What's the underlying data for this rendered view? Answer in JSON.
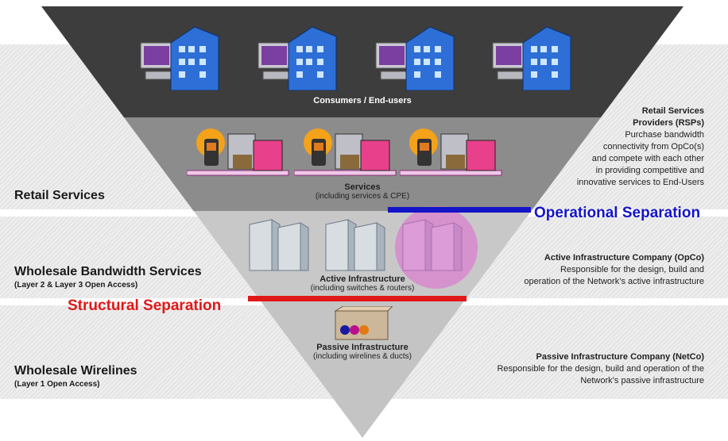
{
  "layers": {
    "consumers": {
      "title": "Consumers / End-users"
    },
    "services": {
      "title": "Services",
      "subtitle": "(including services & CPE)"
    },
    "active": {
      "title": "Active Infrastructure",
      "subtitle": "(including switches & routers)"
    },
    "passive": {
      "title": "Passive Infrastructure",
      "subtitle": "(including wirelines & ducts)"
    }
  },
  "left_labels": {
    "retail": {
      "title": "Retail Services"
    },
    "wholesale_bandwidth": {
      "title": "Wholesale Bandwidth Services",
      "subtitle": "(Layer 2 & Layer 3 Open Access)"
    },
    "wholesale_wirelines": {
      "title": "Wholesale Wirelines",
      "subtitle": "(Layer 1 Open Access)"
    }
  },
  "right_labels": {
    "rsp": {
      "title1": "Retail Services",
      "title2": "Providers (RSPs)",
      "lines": [
        "Purchase bandwidth",
        "connectivity from OpCo(s)",
        "and compete with each other",
        "in providing competitive and",
        "innovative services to End-Users"
      ]
    },
    "opco": {
      "title": "Active Infrastructure Company (OpCo)",
      "lines": [
        "Responsible for the design, build and",
        "operation of the Network’s active infrastructure"
      ]
    },
    "netco": {
      "title": "Passive Infrastructure Company (NetCo)",
      "lines": [
        "Responsible for the design, build and operation of the",
        "Network’s passive infrastructure"
      ]
    }
  },
  "separations": {
    "operational": {
      "label": "Operational Separation",
      "color": "#1414c8"
    },
    "structural": {
      "label": "Structural Separation",
      "color": "#e01818"
    }
  },
  "colors": {
    "top_band": "#3d3d3d",
    "services_band": "#8a8a8a",
    "lower_band": "#c4c4c4",
    "highlight": "#e066d0"
  }
}
